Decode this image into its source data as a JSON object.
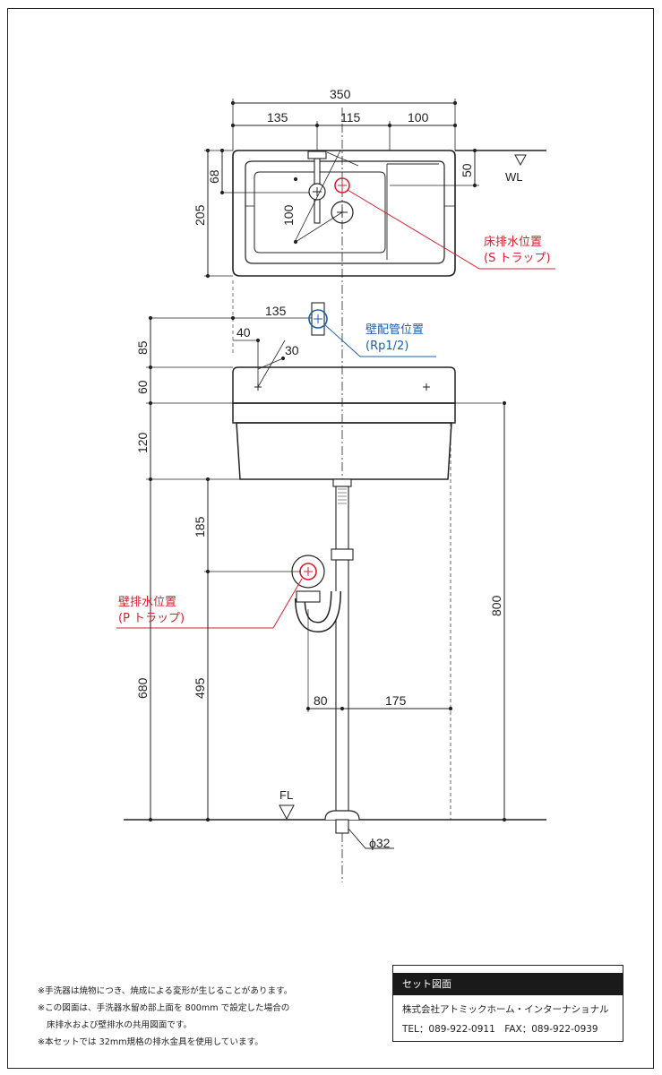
{
  "dimensions": {
    "top_total": "350",
    "top_left": "135",
    "top_mid": "115",
    "top_right": "100",
    "plan_68": "68",
    "plan_205": "205",
    "plan_100": "100",
    "plan_50": "50",
    "wall_135": "135",
    "front_40": "40",
    "front_30": "30",
    "front_85": "85",
    "front_60": "60",
    "front_120": "120",
    "side_185": "185",
    "side_800": "800",
    "side_680": "680",
    "side_495": "495",
    "bottom_80": "80",
    "bottom_175": "175",
    "pipe_diameter": "ϕ32"
  },
  "levels": {
    "wall_line": "WL",
    "floor_line": "FL"
  },
  "callouts": {
    "floor_drain_title": "床排水位置",
    "floor_drain_sub": "(S トラップ)",
    "wall_pipe_title": "壁配管位置",
    "wall_pipe_sub": "(Rp1/2)",
    "wall_drain_title": "壁排水位置",
    "wall_drain_sub": "(P トラップ)"
  },
  "colors": {
    "red_callout": "#d6202c",
    "blue_callout": "#1d5fa8"
  },
  "notes": [
    "※手洗器は焼物につき、焼成による変形が生じることがあります。",
    "※この図面は、手洗器水留め部上面を 800mm で設定した場合の",
    "床排水および壁排水の共用図面です。",
    "※本セットでは 32mm規格の排水金具を使用しています。"
  ],
  "title_block": {
    "header": "セット図面",
    "company": "株式会社アトミックホーム・インターナショナル",
    "contact": "TEL：089-922-0911　FAX：089-922-0939"
  }
}
